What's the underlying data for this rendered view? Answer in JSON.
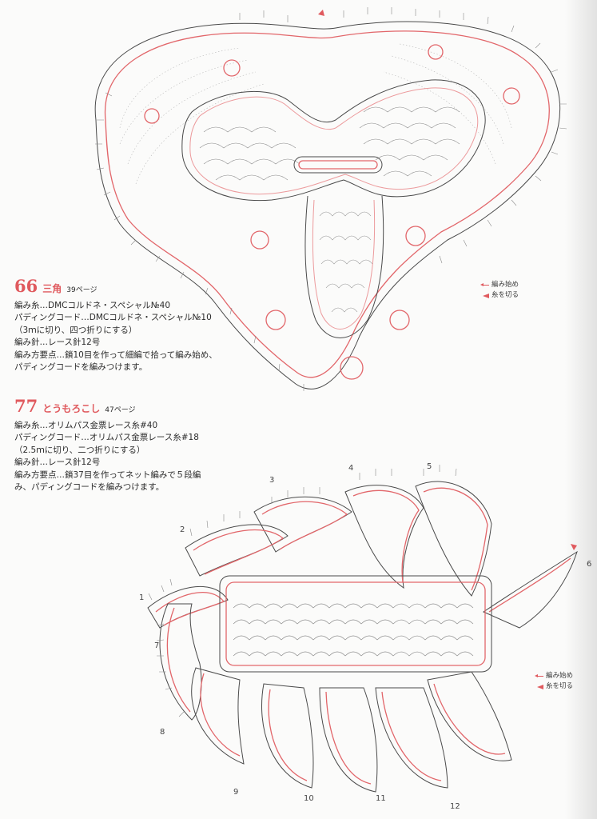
{
  "patterns": [
    {
      "number": "66",
      "name": "三角",
      "page": "39ページ",
      "lines": [
        "編み糸…DMCコルドネ・スペシャル№40",
        "パディングコード…DMCコルドネ・スペシャル№10",
        "（3ｍに切り、四つ折りにする）",
        "編み針…レース針12号",
        "編み方要点…鎖10目を作って細編で拾って編み始め、",
        "パディングコードを編みつけます。"
      ]
    },
    {
      "number": "77",
      "name": "とうもろこし",
      "page": "47ページ",
      "lines": [
        "編み糸…オリムパス金票レース糸#40",
        "パディングコード…オリムパス金票レース糸#18",
        "（2.5ｍに切り、二つ折りにする）",
        "編み針…レース針12号",
        "編み方要点…鎖37目を作ってネット編みで５段編",
        "み、パディングコードを編みつけます。"
      ]
    }
  ],
  "legend_top": {
    "start": "編み始め",
    "cut": "糸を切る"
  },
  "legend_bottom": {
    "start": "編み始め",
    "cut": "糸を切る"
  },
  "petal_labels": [
    "1",
    "2",
    "3",
    "4",
    "5",
    "6",
    "7",
    "8",
    "9",
    "10",
    "11",
    "12"
  ],
  "colors": {
    "accent": "#e05a5e",
    "ink": "#4a4a4a"
  }
}
